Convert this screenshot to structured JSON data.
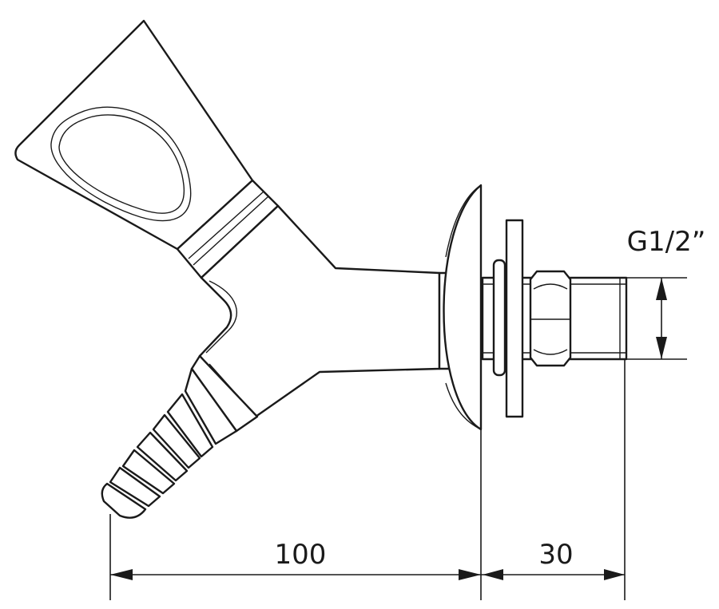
{
  "dimensions": {
    "length_main": "100",
    "length_thread": "30",
    "thread_size": "G1/2”"
  }
}
